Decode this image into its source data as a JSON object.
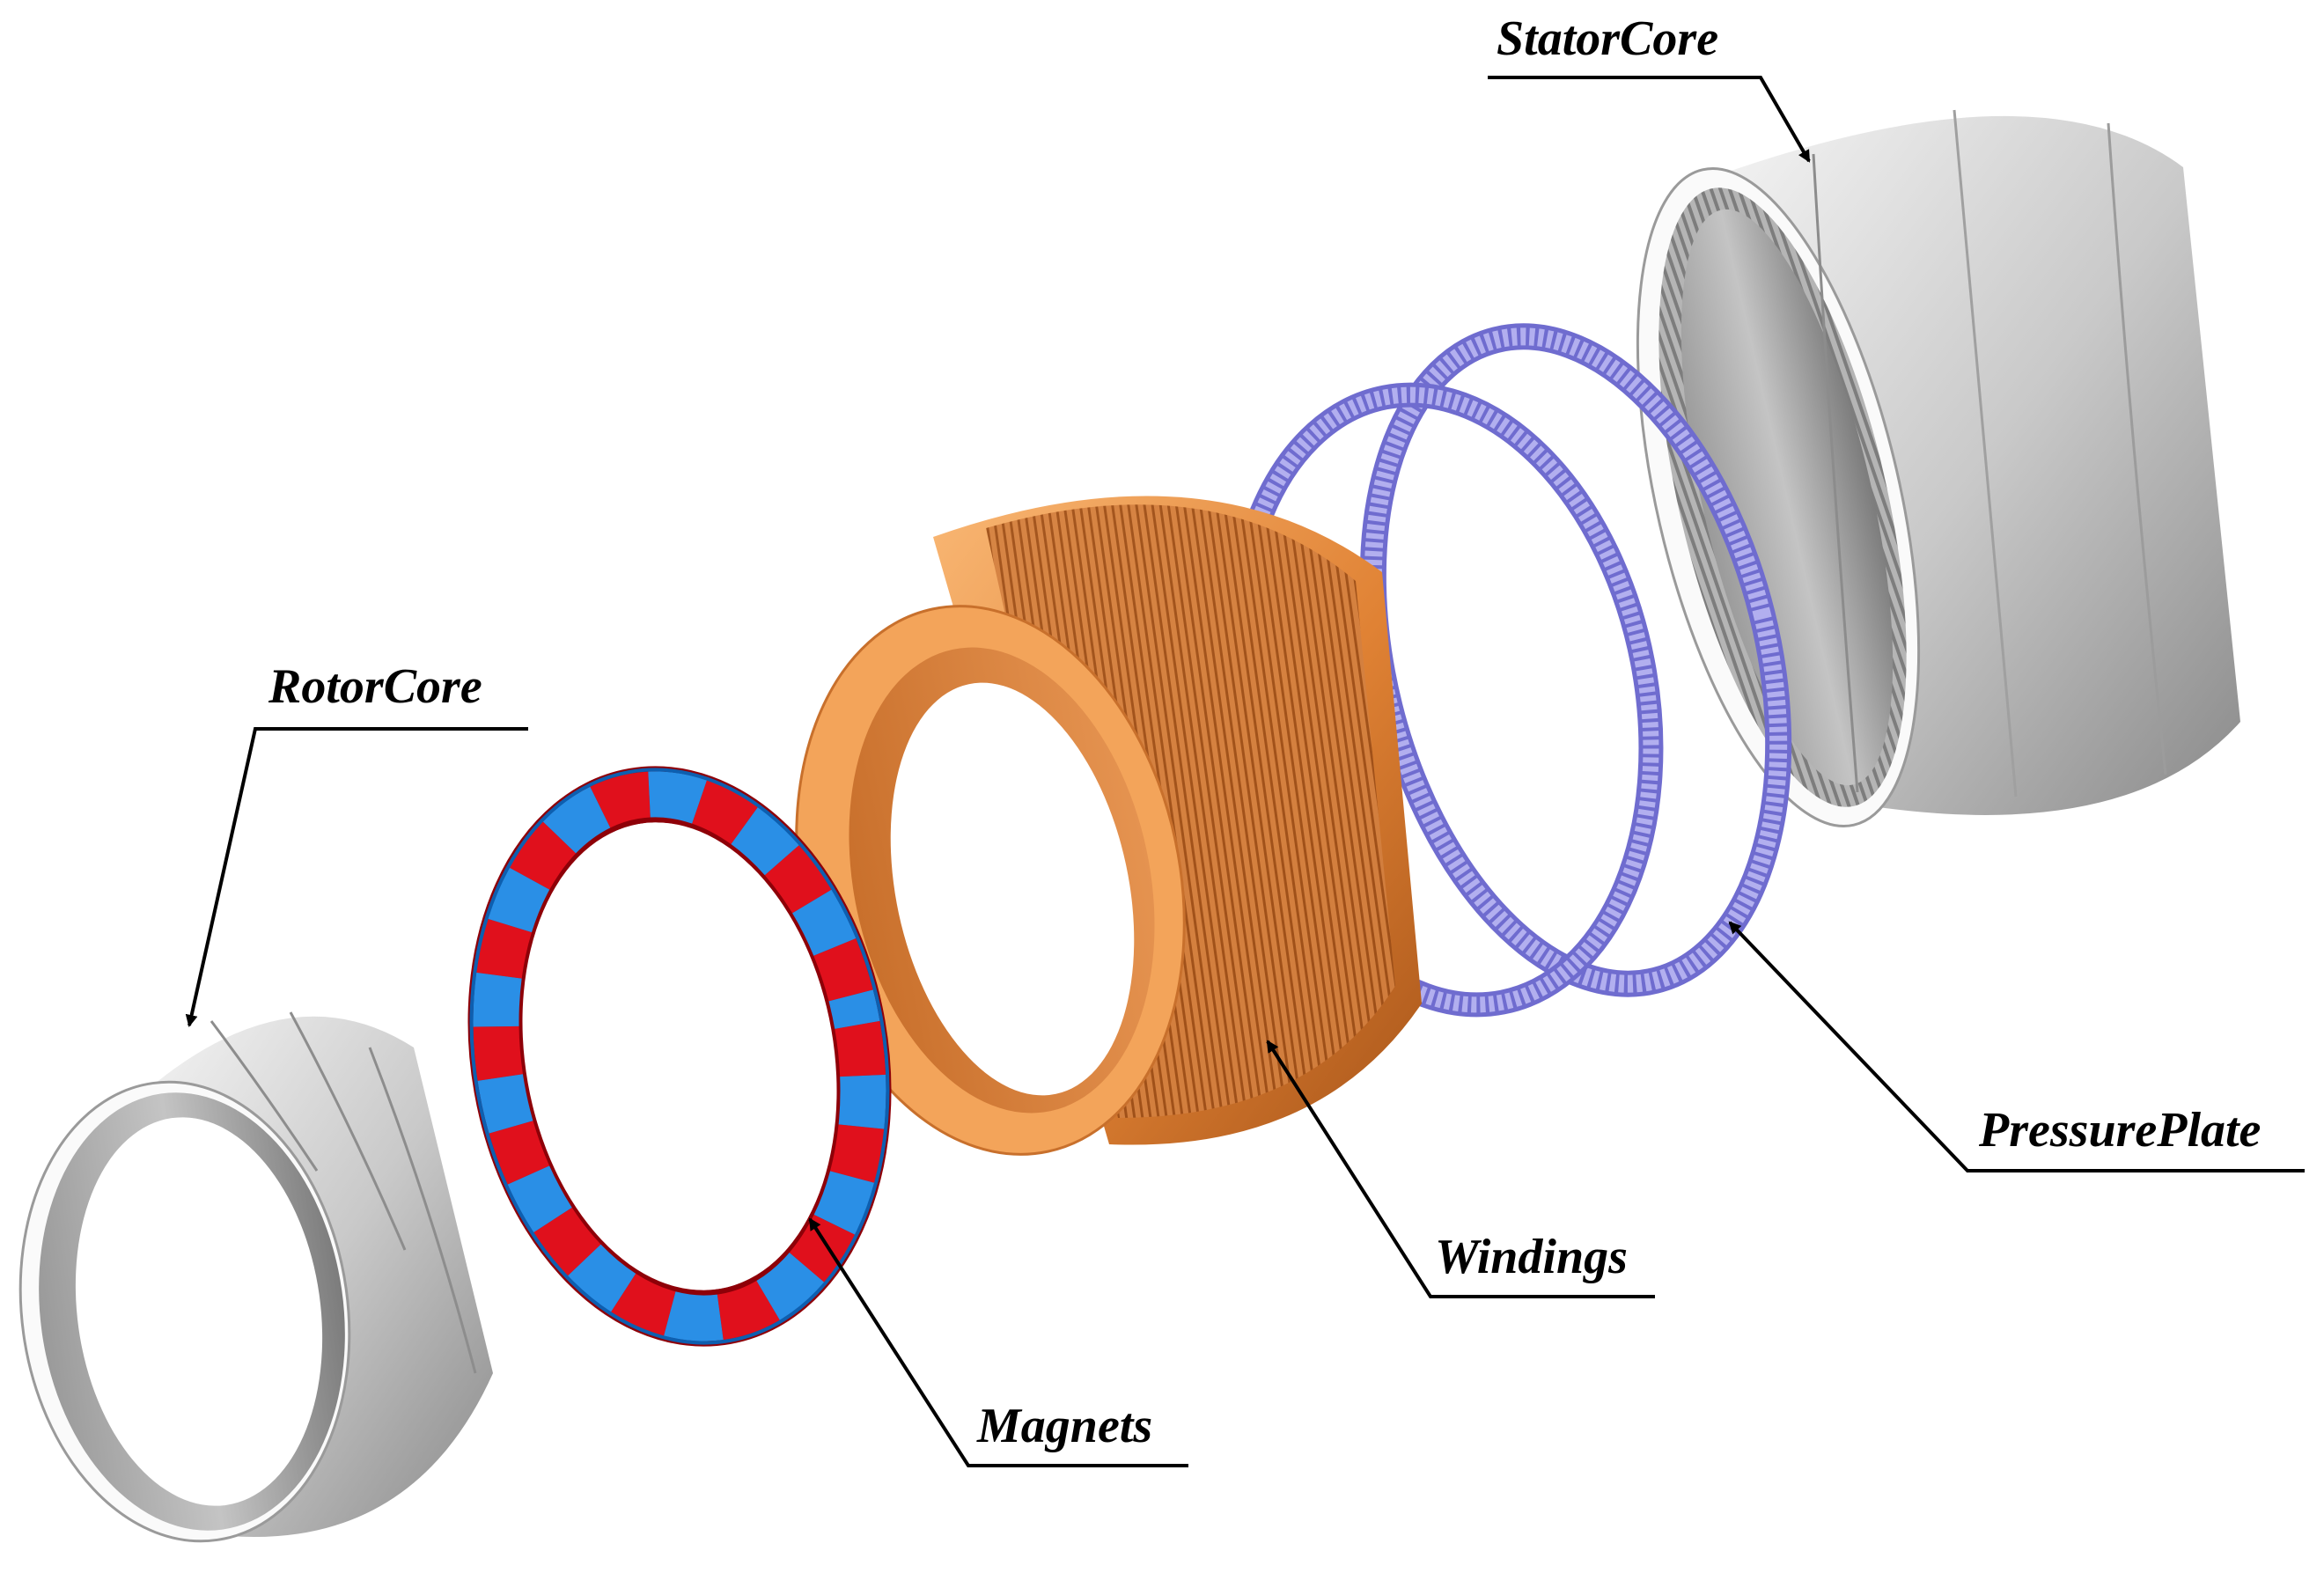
{
  "labels": {
    "stator_core": "StatorCore",
    "rotor_core": "RotorCore",
    "windings": "Windings",
    "pressure_plate": "PressurePlate",
    "magnets": "Magnets"
  },
  "colors": {
    "steel_light": "#ececec",
    "steel_mid": "#bdbdbd",
    "steel_dark": "#8e8e8e",
    "copper_light": "#f7b26a",
    "copper_mid": "#e8893b",
    "copper_dark": "#b85f1f",
    "plate": "#a9a6ee",
    "plate_dark": "#6f6ccf",
    "magnet_red": "#e0101c",
    "magnet_red_dark": "#8e0008",
    "magnet_blue": "#2a8fe6",
    "magnet_blue_dark": "#0d5fb0"
  }
}
